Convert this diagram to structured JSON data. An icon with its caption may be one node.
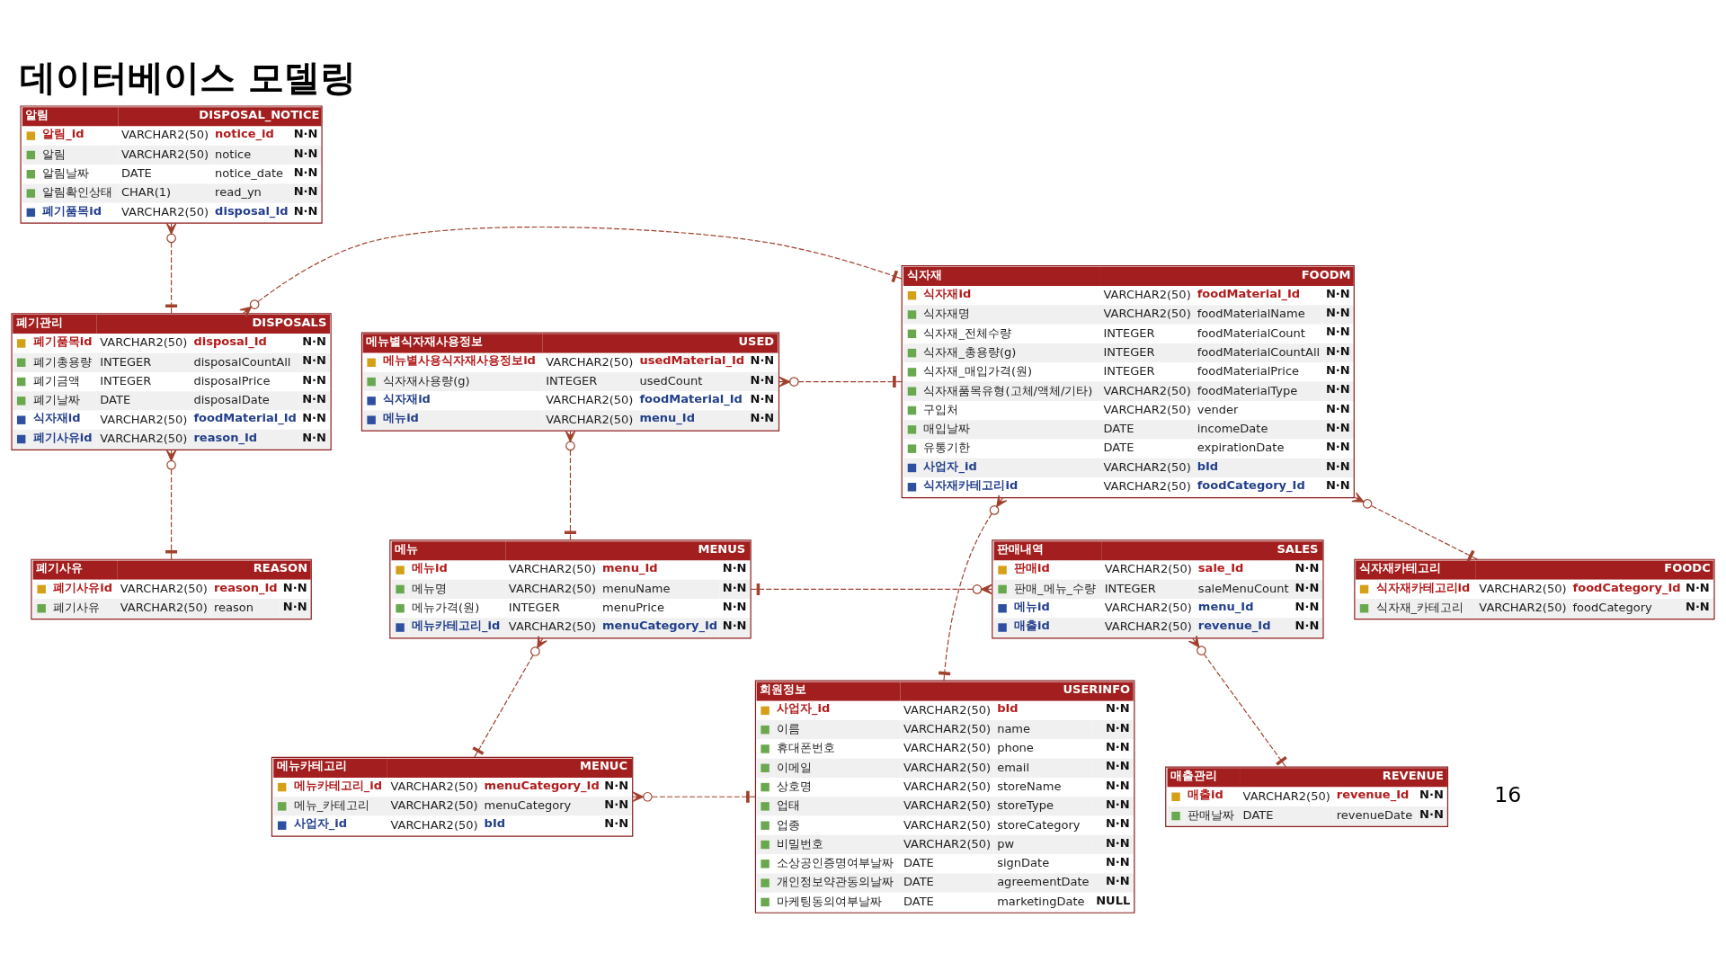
{
  "diagram": {
    "title": "데이터베이스 모델링",
    "nodes": [
      {
        "text": [
          "알림",
          "DISPOSAL_NOTICE",
          "알림_id",
          "VARCHAR2(50)",
          "notice_id",
          "N·N",
          "알림",
          "VARCHAR2(50)",
          "notice",
          "N·N",
          "알림날짜",
          "DATE",
          "notice_date",
          "N·N",
          "알림확인상태",
          "CHAR(1)",
          "read_yn",
          "N·N",
          "폐기품목id",
          "VARCHAR2(50)",
          "disposal_Id",
          "N·N"
        ]
      },
      {
        "text": [
          "폐기관리",
          "DISPOSALS",
          "폐기품목id",
          "VARCHAR2(50)",
          "disposal_Id",
          "N·N",
          "폐기총용량",
          "INTEGER",
          "disposalCountAll",
          "N·N",
          "폐기금액",
          "INTEGER",
          "disposalPrice",
          "N·N",
          "폐기날짜",
          "DATE",
          "disposalDate",
          "N·N",
          "식자재id",
          "VARCHAR2(50)",
          "foodMaterial_Id",
          "N·N",
          "폐기사유id",
          "VARCHAR2(50)",
          "reason_Id",
          "N·N"
        ]
      },
      {
        "text": [
          "폐기사유",
          "REASON",
          "폐기사유id",
          "VARCHAR2(50)",
          "reason_Id",
          "N·N",
          "폐기사유",
          "VARCHAR2(50)",
          "reason",
          "N·N"
        ]
      },
      {
        "text": [
          "식자재",
          "FOODM",
          "식자재id",
          "VARCHAR2(50)",
          "foodMaterial_Id",
          "N·N",
          "식자재명",
          "VARCHAR2(50)",
          "foodMaterialName",
          "N·N",
          "식자재_전체수량",
          "INTEGER",
          "foodMaterialCount",
          "N·N",
          "식자재_총용량(g)",
          "INTEGER",
          "foodMaterialCountAll",
          "N·N",
          "식자재_매입가격(원)",
          "INTEGER",
          "foodMaterialPrice",
          "N·N",
          "식자재품목유형(고체/액체/기타)",
          "VARCHAR2(50)",
          "foodMaterialType",
          "N·N",
          "구입처",
          "VARCHAR2(50)",
          "vender",
          "N·N",
          "매입날짜",
          "DATE",
          "incomeDate",
          "N·N",
          "유통기한",
          "DATE",
          "expirationDate",
          "N·N",
          "사업자_id",
          "VARCHAR2(50)",
          "bId",
          "N·N",
          "식자재카테고리id",
          "VARCHAR2(50)",
          "foodCategory_Id",
          "N·N"
        ]
      },
      {
        "text": [
          "식자재카테고리",
          "FOODC",
          "식자재카테고리id",
          "VARCHAR2(50)",
          "foodCategory_Id",
          "N·N",
          "식자재_카테고리",
          "VARCHAR2(50)",
          "foodCategory",
          "N·N"
        ]
      },
      {
        "text": [
          "회원정보",
          "USERINFO",
          "사업자_id",
          "VARCHAR2(50)",
          "bId",
          "N·N",
          "이름",
          "VARCHAR2(50)",
          "name",
          "N·N",
          "휴대폰번호",
          "VARCHAR2(50)",
          "phone",
          "N·N",
          "이메일",
          "VARCHAR2(50)",
          "email",
          "N·N",
          "상호명",
          "VARCHAR2(50)",
          "storeName",
          "N·N",
          "업태",
          "VARCHAR2(50)",
          "storeType",
          "N·N",
          "업종",
          "VARCHAR2(50)",
          "storeCategory",
          "N·N",
          "비밀번호",
          "VARCHAR2(50)",
          "pw",
          "N·N",
          "소상공인증명여부날짜",
          "DATE",
          "signDate",
          "N·N",
          "개인정보약관동의날짜",
          "DATE",
          "agreementDate",
          "N·N",
          "마케팅동의여부날짜",
          "DATE",
          "marketingDate",
          "NULL"
        ]
      },
      {
        "text": [
          "메뉴별식자재사용정보",
          "USED",
          "메뉴별사용식자재사용정보id",
          "VARCHAR2(50)",
          "usedMaterial_Id",
          "N·N",
          "식자재사용량(g)",
          "INTEGER",
          "usedCount",
          "N·N",
          "식자재id",
          "VARCHAR2(50)",
          "foodMaterial_Id",
          "N·N",
          "메뉴id",
          "VARCHAR2(50)",
          "menu_Id",
          "N·N"
        ]
      },
      {
        "text": [
          "메뉴",
          "MENUS",
          "메뉴id",
          "VARCHAR2(50)",
          "menu_Id",
          "N·N",
          "메뉴명",
          "VARCHAR2(50)",
          "menuName",
          "N·N",
          "메뉴가격(원)",
          "INTEGER",
          "menuPrice",
          "N·N",
          "메뉴카테고리_id",
          "VARCHAR2(50)",
          "menuCategory_Id",
          "N·N"
        ]
      },
      {
        "text": [
          "메뉴카테고리",
          "MENUC",
          "메뉴카테고리_id",
          "VARCHAR2(50)",
          "menuCategory_Id",
          "N·N",
          "메뉴_카테고리",
          "VARCHAR2(50)",
          "menuCategory",
          "N·N",
          "사업자_id",
          "VARCHAR2(50)",
          "bId",
          "N·N"
        ]
      },
      {
        "text": [
          "판매내역",
          "SALES",
          "판매id",
          "VARCHAR2(50)",
          "sale_Id",
          "N·N",
          "판매_메뉴_수량",
          "INTEGER",
          "saleMenuCount",
          "N·N",
          "메뉴id",
          "VARCHAR2(50)",
          "menu_Id",
          "N·N",
          "매출id",
          "VARCHAR2(50)",
          "revenue_Id",
          "N·N"
        ]
      },
      {
        "text": [
          "매출관리",
          "REVENUE",
          "매출id",
          "VARCHAR2(50)",
          "revenue_Id",
          "N·N",
          "판매날짜",
          "DATE",
          "revenueDate",
          "N·N"
        ]
      }
    ],
    "edges": [
      {
        "from": 0,
        "to": 1,
        "arrow": "other",
        "style": "dashed"
      },
      {
        "from": 1,
        "to": 2,
        "arrow": "other",
        "style": "dashed"
      },
      {
        "from": 1,
        "to": 3,
        "arrow": "other",
        "style": "dashed"
      },
      {
        "from": 3,
        "to": 4,
        "arrow": "other",
        "style": "dashed"
      },
      {
        "from": 3,
        "to": 5,
        "arrow": "other",
        "style": "dashed"
      },
      {
        "from": 6,
        "to": 3,
        "arrow": "other",
        "style": "dashed"
      },
      {
        "from": 6,
        "to": 7,
        "arrow": "other",
        "style": "dashed"
      },
      {
        "from": 7,
        "to": 8,
        "arrow": "other",
        "style": "dashed"
      },
      {
        "from": 9,
        "to": 7,
        "arrow": "other",
        "style": "dashed"
      },
      {
        "from": 8,
        "to": 5,
        "arrow": "other",
        "style": "dashed"
      },
      {
        "from": 9,
        "to": 10,
        "arrow": "other",
        "style": "dashed"
      }
    ],
    "labels": [
      "16"
    ]
  }
}
